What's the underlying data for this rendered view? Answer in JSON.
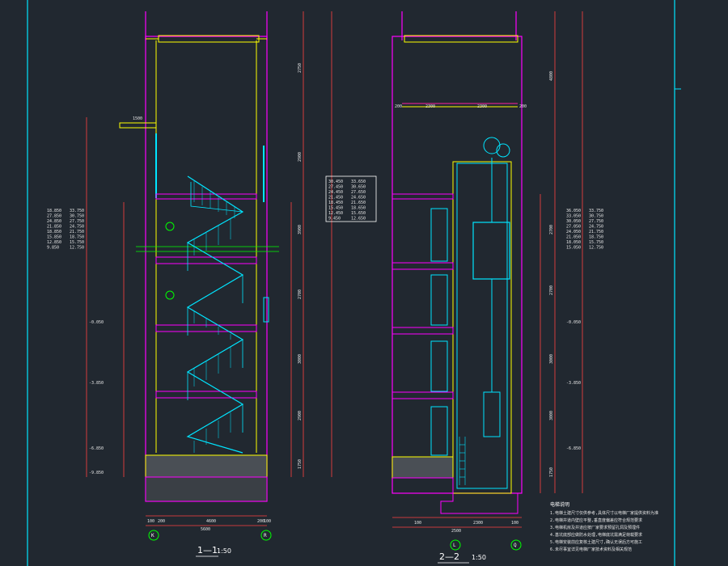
{
  "colors": {
    "background": "#212830",
    "frame": "#00e5ff",
    "wall": "#ff00ff",
    "wall_inner": "#ffff00",
    "stair": "#00e5ff",
    "dimension": "#ff4040",
    "text": "#e6e6e6",
    "green": "#00ff00",
    "white": "#ffffff"
  },
  "section_1": {
    "title": "1—1",
    "scale": "1:50",
    "axis_left": "K",
    "axis_right": "R",
    "bottom_dims": [
      "100",
      "200",
      "4600",
      "200",
      "100"
    ],
    "bottom_total": "5600",
    "top_dim": "1500",
    "level_table": [
      [
        "18.850",
        "33.750"
      ],
      [
        "27.850",
        "30.750"
      ],
      [
        "24.850",
        "27.750"
      ],
      [
        "21.850",
        "24.750"
      ],
      [
        "18.850",
        "21.750"
      ],
      [
        "15.850",
        "18.750"
      ],
      [
        "12.850",
        "15.750"
      ],
      [
        "9.850",
        "12.750"
      ]
    ],
    "floor_marks": [
      "-0.050",
      "-3.850",
      "-6.850",
      "-9.850"
    ],
    "side_dims": [
      "2750",
      "2900",
      "3900",
      "2700",
      "3000",
      "2900",
      "1750"
    ]
  },
  "section_2": {
    "title": "2—2",
    "scale": "1:50",
    "axis_left": "L",
    "axis_right": "Q",
    "bottom_dims": [
      "100",
      "2300",
      "100"
    ],
    "bottom_total": "2500",
    "top_dims": [
      "200",
      "2300",
      "2300",
      "200"
    ],
    "level_table": [
      [
        "36.050",
        "33.750"
      ],
      [
        "33.050",
        "30.750"
      ],
      [
        "30.050",
        "27.750"
      ],
      [
        "27.050",
        "24.750"
      ],
      [
        "24.050",
        "21.750"
      ],
      [
        "21.050",
        "18.750"
      ],
      [
        "18.050",
        "15.750"
      ],
      [
        "15.050",
        "12.750"
      ]
    ],
    "floor_marks": [
      "-0.050",
      "-3.850",
      "-6.850"
    ],
    "side_dims": [
      "4800",
      "2700",
      "2700",
      "3000",
      "3000",
      "1750"
    ]
  },
  "center_table": [
    [
      "30.450",
      "33.650"
    ],
    [
      "27.450",
      "30.650"
    ],
    [
      "24.450",
      "27.650"
    ],
    [
      "21.450",
      "24.650"
    ],
    [
      "18.450",
      "21.650"
    ],
    [
      "15.450",
      "18.650"
    ],
    [
      "12.450",
      "15.650"
    ],
    [
      "9.450",
      "12.650"
    ]
  ],
  "notes": {
    "heading": "电梯说明",
    "lines": [
      "1.电梯土建尺寸仅供参考,具体尺寸以电梯厂家提供资料为准",
      "2.电梯井道内壁应平整,垂直度偏差应符合规范要求",
      "3.电梯机房及井道应按厂家要求预留孔洞及预埋件",
      "4.基坑底部应做防水处理,电梯底坑需满足荷载要求",
      "5.电梯安装前应复核土建尺寸,确认无误后方可施工",
      "6.未尽事宜详见电梯厂家技术资料及相关规范"
    ]
  }
}
